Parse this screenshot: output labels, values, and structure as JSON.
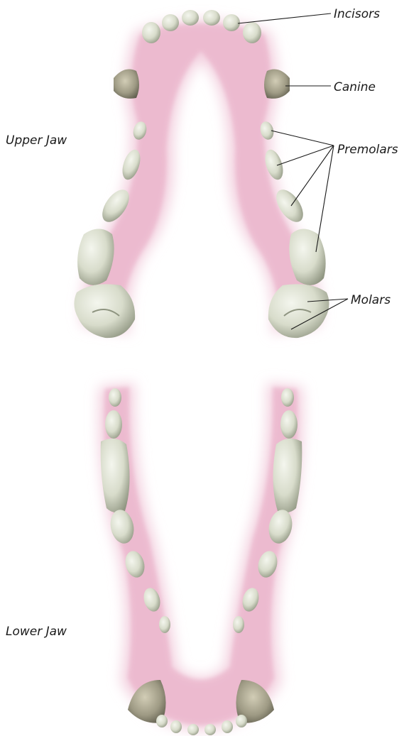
{
  "labels": {
    "incisors": "Incisors",
    "canine": "Canine",
    "premolars": "Premolars",
    "molars": "Molars",
    "upper_jaw": "Upper Jaw",
    "lower_jaw": "Lower Jaw"
  },
  "colors": {
    "gum": "#e7a9c3",
    "gum_glow": "#f3d0df",
    "tooth": "#d8dccb",
    "tooth_shade": "#8e9480",
    "tooth_highlight": "#f4f6ee",
    "background": "#ffffff"
  }
}
